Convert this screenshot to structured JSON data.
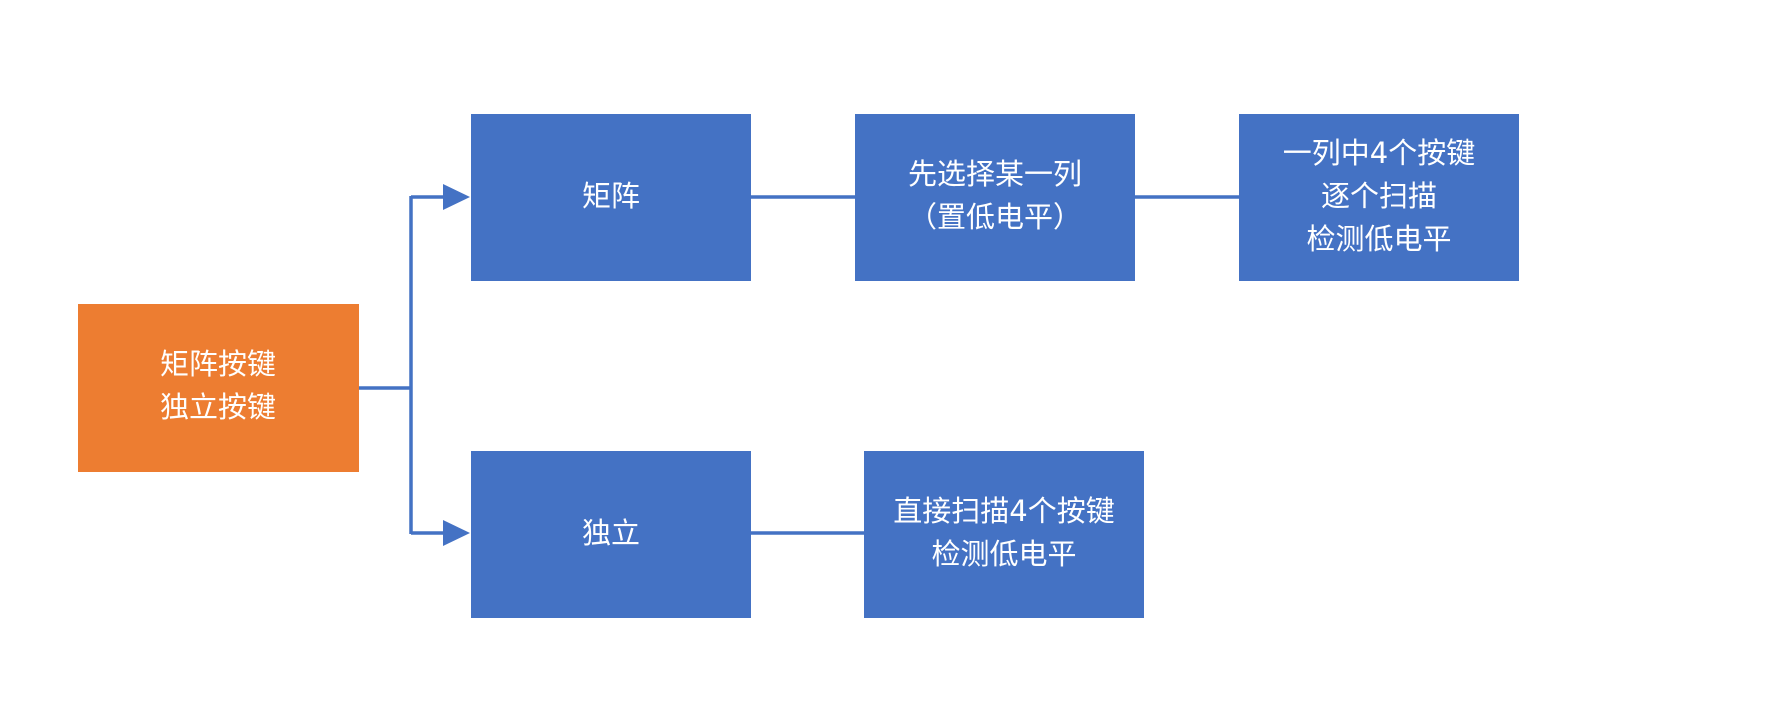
{
  "diagram": {
    "colors": {
      "root_fill": "#ED7D31",
      "node_fill": "#4472C4",
      "connector": "#4472C4",
      "text": "#FFFFFF"
    },
    "nodes": {
      "root": {
        "lines": [
          "矩阵按键",
          "独立按键"
        ]
      },
      "matrix": {
        "lines": [
          "矩阵"
        ]
      },
      "independent": {
        "lines": [
          "独立"
        ]
      },
      "select_column": {
        "lines": [
          "先选择某一列",
          "（置低电平）"
        ]
      },
      "scan_column_keys": {
        "lines": [
          "一列中4个按键",
          "逐个扫描",
          "检测低电平"
        ]
      },
      "direct_scan": {
        "lines": [
          "直接扫描4个按键",
          "检测低电平"
        ]
      }
    }
  }
}
